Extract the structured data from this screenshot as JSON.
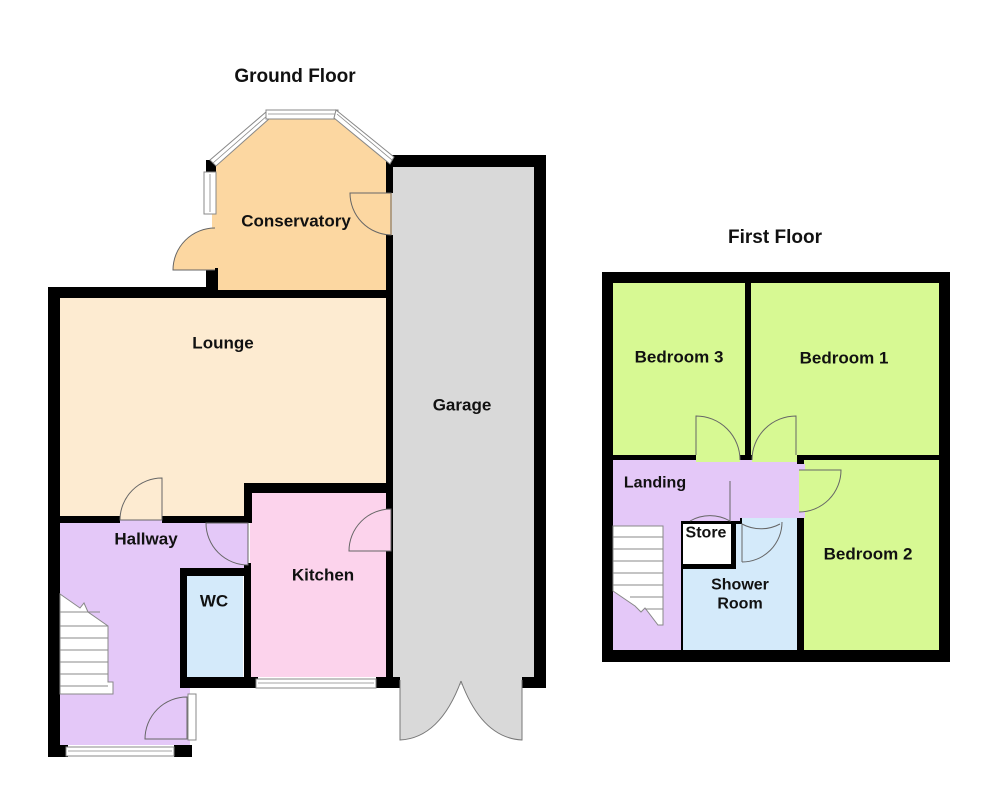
{
  "ground_floor": {
    "title": "Ground Floor",
    "rooms": {
      "conservatory": {
        "label": "Conservatory",
        "color": "#FCD7A1"
      },
      "lounge": {
        "label": "Lounge",
        "color": "#FDEBD1"
      },
      "garage": {
        "label": "Garage",
        "color": "#D9D9D9"
      },
      "hallway": {
        "label": "Hallway",
        "color": "#E4C8F8"
      },
      "wc": {
        "label": "WC",
        "color": "#D4EAFA"
      },
      "kitchen": {
        "label": "Kitchen",
        "color": "#FCD3EC"
      }
    }
  },
  "first_floor": {
    "title": "First Floor",
    "rooms": {
      "bedroom3": {
        "label": "Bedroom 3",
        "color": "#D7F993"
      },
      "bedroom1": {
        "label": "Bedroom 1",
        "color": "#D7F993"
      },
      "bedroom2": {
        "label": "Bedroom 2",
        "color": "#D7F993"
      },
      "landing": {
        "label": "Landing",
        "color": "#E4C8F8"
      },
      "store": {
        "label": "Store",
        "color": "#FFFFFF"
      },
      "shower_room": {
        "label_line1": "Shower",
        "label_line2": "Room",
        "color": "#D4EAFA"
      }
    }
  },
  "colors": {
    "wall": "#000000",
    "door_line": "#666666",
    "window_frame": "#999999"
  }
}
